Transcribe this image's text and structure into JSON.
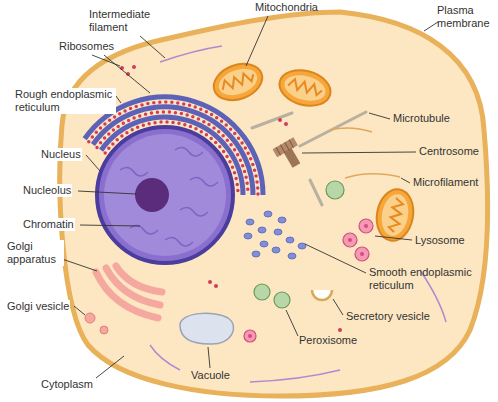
{
  "diagram": {
    "labels": [
      "Mitochondria",
      "Intermediate filament",
      "Plasma membrane",
      "Ribosomes",
      "Rough endoplasmic reticulum",
      "Microtubule",
      "Centrosome",
      "Nucleus",
      "Microfilament",
      "Nucleolus",
      "Chromatin",
      "Lysosome",
      "Golgi apparatus",
      "Smooth endoplasmic reticulum",
      "Golgi vesicle",
      "Secretory vesicle",
      "Peroxisome",
      "Vacuole",
      "Cytoplasm"
    ]
  }
}
